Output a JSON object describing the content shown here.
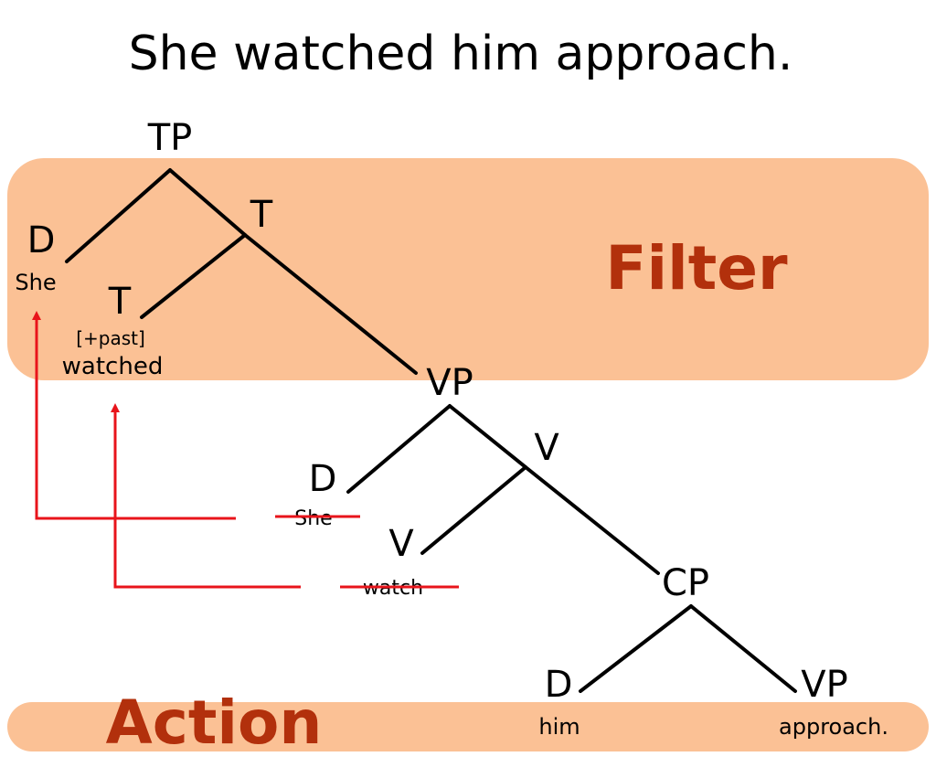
{
  "title": "She watched him approach.",
  "bands": {
    "filter_label": "Filter",
    "action_label": "Action"
  },
  "nodes": {
    "tp": "TP",
    "t_bar": "T",
    "d_subject": "D",
    "she_surface": "She",
    "t_head": "T",
    "past_feature": "[+past]",
    "watched": "watched",
    "vp_upper": "VP",
    "v_bar": "V",
    "d_vp": "D",
    "she_trace": "She",
    "v_head": "V",
    "watch_trace": "watch",
    "cp": "CP",
    "d_object": "D",
    "him": "him",
    "vp_lower": "VP",
    "approach": "approach."
  },
  "colors": {
    "band_fill": "#fbc195",
    "band_text": "#b2300c",
    "arrow": "#e8141b",
    "lines": "#000000"
  }
}
